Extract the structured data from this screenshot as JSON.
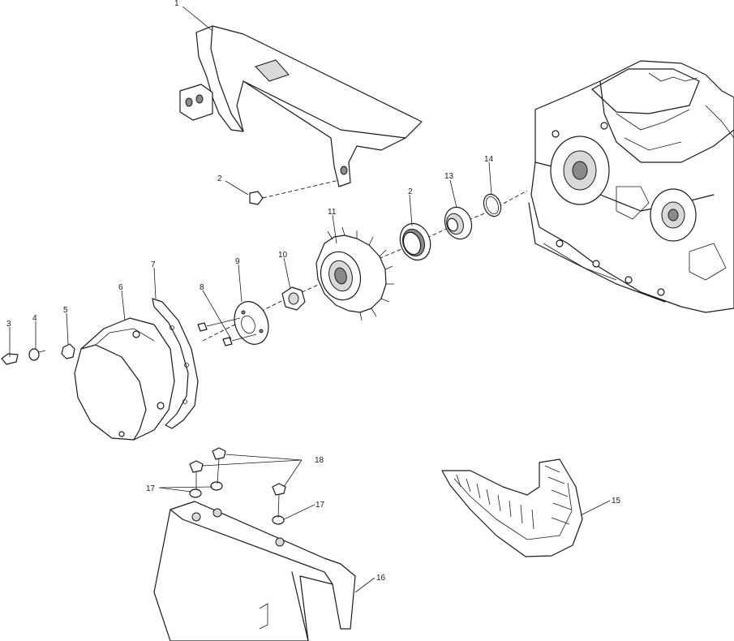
{
  "callouts": [
    {
      "id": "c1",
      "text": "1"
    },
    {
      "id": "c2a",
      "text": "2"
    },
    {
      "id": "c2b",
      "text": "2"
    },
    {
      "id": "c3",
      "text": "3"
    },
    {
      "id": "c4",
      "text": "4"
    },
    {
      "id": "c5",
      "text": "5"
    },
    {
      "id": "c6",
      "text": "6"
    },
    {
      "id": "c7",
      "text": "7"
    },
    {
      "id": "c8",
      "text": "8"
    },
    {
      "id": "c9",
      "text": "9"
    },
    {
      "id": "c10",
      "text": "10"
    },
    {
      "id": "c11",
      "text": "11"
    },
    {
      "id": "c13",
      "text": "13"
    },
    {
      "id": "c14",
      "text": "14"
    },
    {
      "id": "c15",
      "text": "15"
    },
    {
      "id": "c16",
      "text": "16"
    },
    {
      "id": "c17a",
      "text": "17"
    },
    {
      "id": "c17b",
      "text": "17"
    },
    {
      "id": "c18",
      "text": "18"
    }
  ]
}
